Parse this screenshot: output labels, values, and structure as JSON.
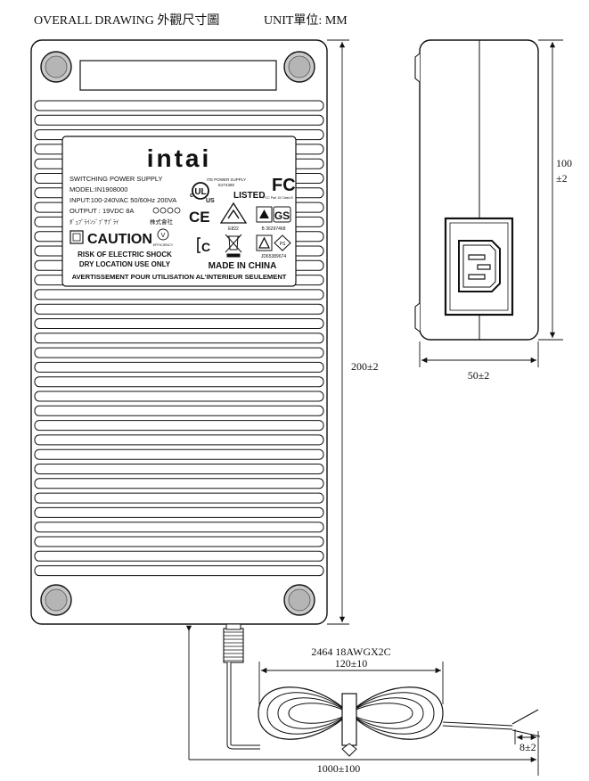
{
  "header": {
    "title": "OVERALL DRAWING 外觀尺寸圖",
    "unit": "UNIT單位: MM"
  },
  "label": {
    "brand": "intai",
    "line1": "SWITCHING POWER SUPPLY",
    "line2": "MODEL:IN1908000",
    "line3": "INPUT:100-240VAC 50/60Hz 200VA",
    "line4": "OUTPUT : 19VDC 8A",
    "jp_line": "ﾀﾞｭﾌﾟﾗｲﾝｼﾞﾌﾞｻﾌﾟﾗｲ",
    "jp_company": "株式會社",
    "caution": "CAUTION",
    "risk1": "RISK OF ELECTRIC SHOCK",
    "risk2": "DRY LOCATION USE ONLY",
    "fr_line": "AVERTISSEMENT POUR UTILISATION AL'INTERIEUR SEULEMENT",
    "ite": "ITE POWER SUPPLY",
    "ul_file": "E274380",
    "ul_listed": "LISTED",
    "ul_c": "c",
    "ul_us": "US",
    "fcc_note": "FCC Part 15 Class B",
    "fc": "FC",
    "cert_e": "E822",
    "cert_bs": "B 36297468",
    "cert_jd": "JD65389674",
    "made_in": "MADE IN CHINA",
    "ce": "CE",
    "efficiency": "EFFICIENCY",
    "eff_mark": "V"
  },
  "dimensions": {
    "length": "200±2",
    "height": "100",
    "height_tol": "±2",
    "width": "50±2",
    "cable_spec": "2464 18AWGX2C",
    "coil_length": "120±10",
    "strip": "8±2",
    "cable_length": "1000±100"
  }
}
